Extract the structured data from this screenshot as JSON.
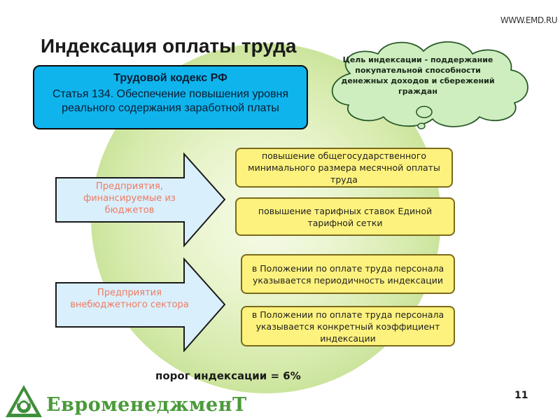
{
  "site_url": "WWW.EMD.RU",
  "title": "Индексация оплаты труда",
  "labor_code": {
    "heading": "Трудовой кодекс РФ",
    "body": "Статья 134. Обеспечение  повышения уровня реального содержания заработной платы"
  },
  "goal_cloud": "Цель индексации - поддержание покупательной способности денежных доходов и сбережений граждан",
  "arrows": [
    {
      "label": "Предприятия, финансируемые из бюджетов"
    },
    {
      "label": "Предприятия внебюджетного сектора"
    }
  ],
  "boxes": [
    "повышение общегосударственного минимального размера месячной оплаты труда",
    "повышение тарифных ставок Единой тарифной сетки",
    "в Положении по оплате труда персонала указывается периодичность индексации",
    "в Положении по оплате труда персонала указывается конкретный коэффициент индексации"
  ],
  "threshold": "порог индексации = 6%",
  "page_number": "11",
  "brand": "ЕвроменеджменТ",
  "colors": {
    "accent_blue": "#0fb4ec",
    "box_yellow": "#fdf27e",
    "arrow_fill": "#d9effc",
    "arrow_text": "#f07a60",
    "brand_green": "#4a9a3a",
    "cloud_fill": "#cfeec0"
  }
}
